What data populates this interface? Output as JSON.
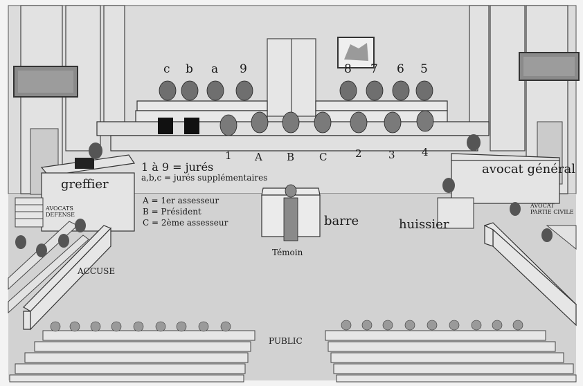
{
  "colors": {
    "paper": "#f3f3f3",
    "wall": "#dadada",
    "floor": "#cfcfcf",
    "furniture": "#e4e4e4",
    "ink": "#2a2a2a",
    "figure": "#6a6a6a"
  },
  "back_juror_labels": [
    "c",
    "b",
    "a",
    "9",
    "8",
    "7",
    "6",
    "5"
  ],
  "front_labels": [
    "1",
    "A",
    "B",
    "C",
    "2",
    "3",
    "4"
  ],
  "legend": {
    "jurors": "1 à 9 = jurés",
    "substitutes": "a,b,c = jurés supplémentaires",
    "a": "A = 1er assesseur",
    "b": "B = Président",
    "c": "C = 2ème assesseur"
  },
  "labels": {
    "greffier": "greffier",
    "avocat_general": "avocat général",
    "barre": "barre",
    "huissier": "huissier",
    "temoin": "Témoin",
    "accuse": "ACCUSE",
    "public": "PUBLIC",
    "avocats_defense": [
      "AVOCATS",
      "DEFENSE"
    ],
    "avocat_partie_civile": [
      "AVOCAT",
      "PARTIE CIVILE"
    ]
  }
}
